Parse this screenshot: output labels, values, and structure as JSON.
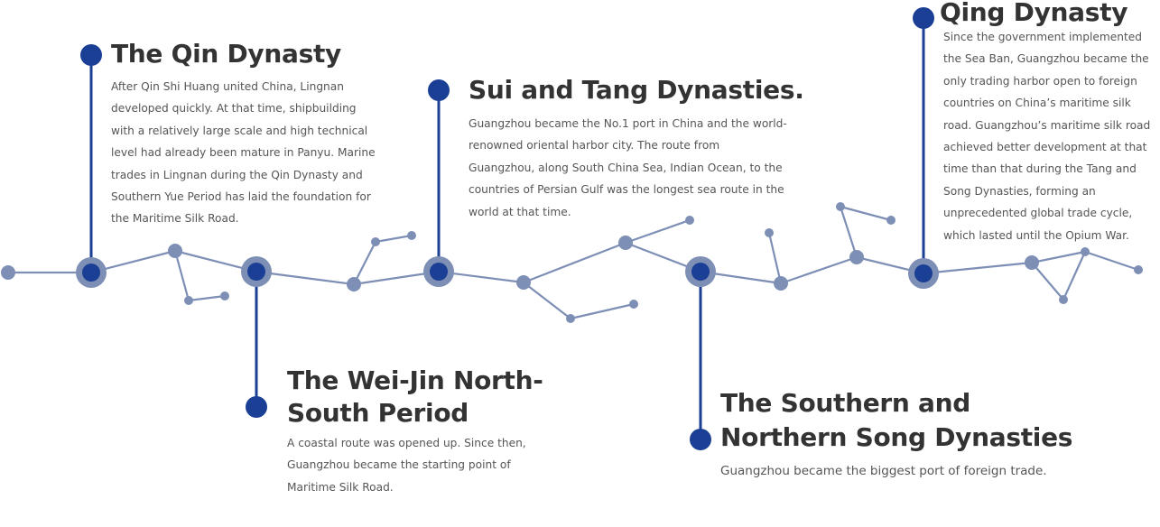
{
  "colors": {
    "accent": "#1a3f94",
    "node": "#7e8fb6",
    "line": "#7e8fb6",
    "title_text": "#333333",
    "body_text": "#555555"
  },
  "eras": [
    {
      "title": "The Qin Dynasty",
      "text": "After Qin Shi Huang united China, Lingnan developed quickly. At that time, shipbuilding with a relatively large scale and high technical level had already been mature in Panyu. Marine trades in Lingnan during the Qin Dynasty and Southern Yue Period has laid the foundation for the Maritime Silk Road."
    },
    {
      "title": "The Wei-Jin North-South Period",
      "text": "A coastal route was opened up. Since then, Guangzhou became the starting point of Maritime Silk Road."
    },
    {
      "title": "Sui and Tang Dynasties.",
      "text": "Guangzhou became the No.1 port in China and the world-renowned oriental harbor city. The route from Guangzhou, along South China Sea, Indian Ocean, to the countries of Persian Gulf was the longest sea route in the world at that time."
    },
    {
      "title": "The Southern and Northern Song Dynasties",
      "text": "Guangzhou became the biggest port of foreign trade."
    },
    {
      "title": "Qing Dynasty",
      "text": "Since the government implemented the Sea Ban, Guangzhou became the only trading harbor open to foreign countries on China’s maritime silk road. Guangzhou’s maritime silk road achieved better development at that time than that during the Tang and Song Dynasties, forming an unprecedented global trade cycle, which lasted until the Opium War."
    }
  ]
}
